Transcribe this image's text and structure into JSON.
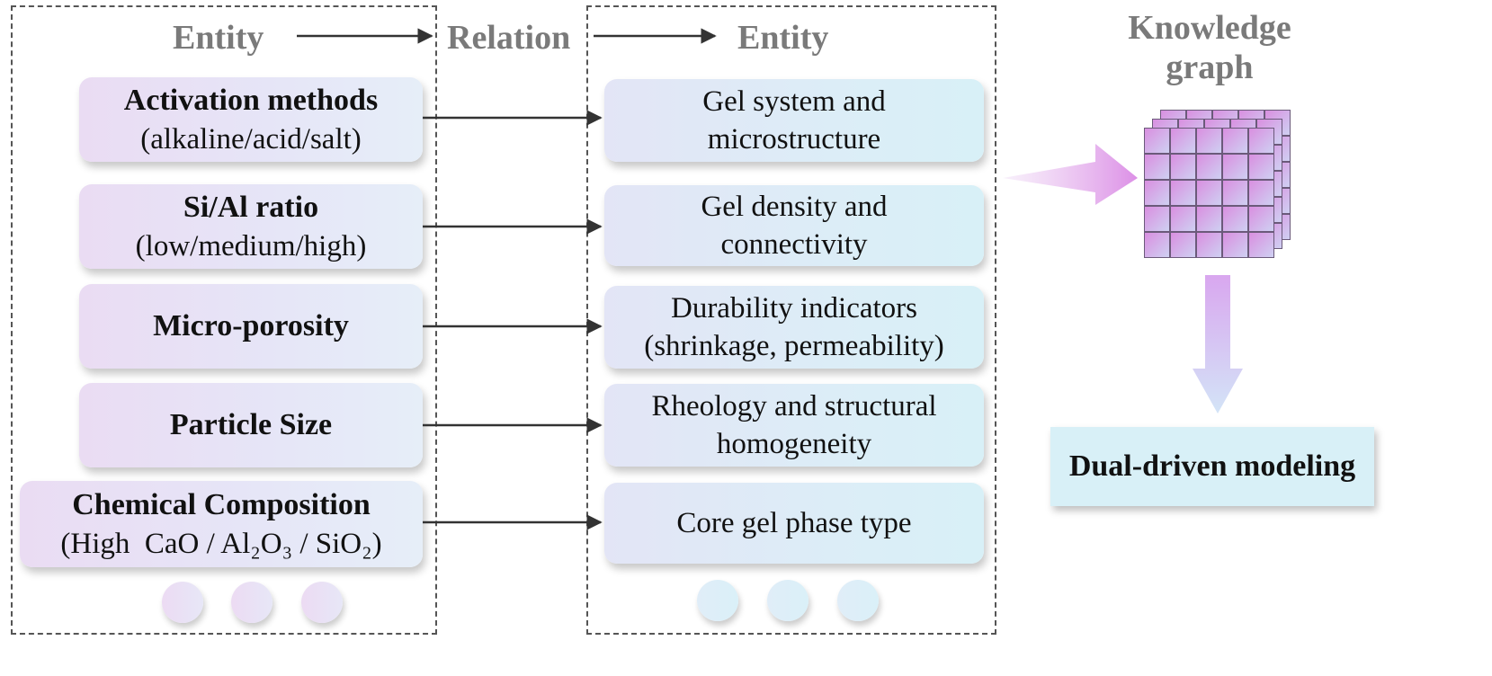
{
  "headers": {
    "entity_left": "Entity",
    "relation": "Relation",
    "entity_right": "Entity",
    "knowledge_graph": "Knowledge graph"
  },
  "left_entities": [
    {
      "title": "Activation methods",
      "sub": "(alkaline/acid/salt)"
    },
    {
      "title": "Si/Al ratio",
      "sub": "(low/medium/high)"
    },
    {
      "title": "Micro-porosity",
      "sub": ""
    },
    {
      "title": "Particle Size",
      "sub": ""
    },
    {
      "title": "Chemical Composition",
      "sub": "(High  CaO / Al₂O₃ / SiO₂)"
    }
  ],
  "right_entities": [
    {
      "line1": "Gel system and",
      "line2": "microstructure"
    },
    {
      "line1": "Gel density and",
      "line2": "connectivity"
    },
    {
      "line1": "Durability indicators",
      "line2": "(shrinkage, permeability)"
    },
    {
      "line1": "Rheology and structural",
      "line2": "homogeneity"
    },
    {
      "line1": "Core gel phase type",
      "line2": ""
    }
  ],
  "output": {
    "label": "Dual-driven modeling"
  }
}
